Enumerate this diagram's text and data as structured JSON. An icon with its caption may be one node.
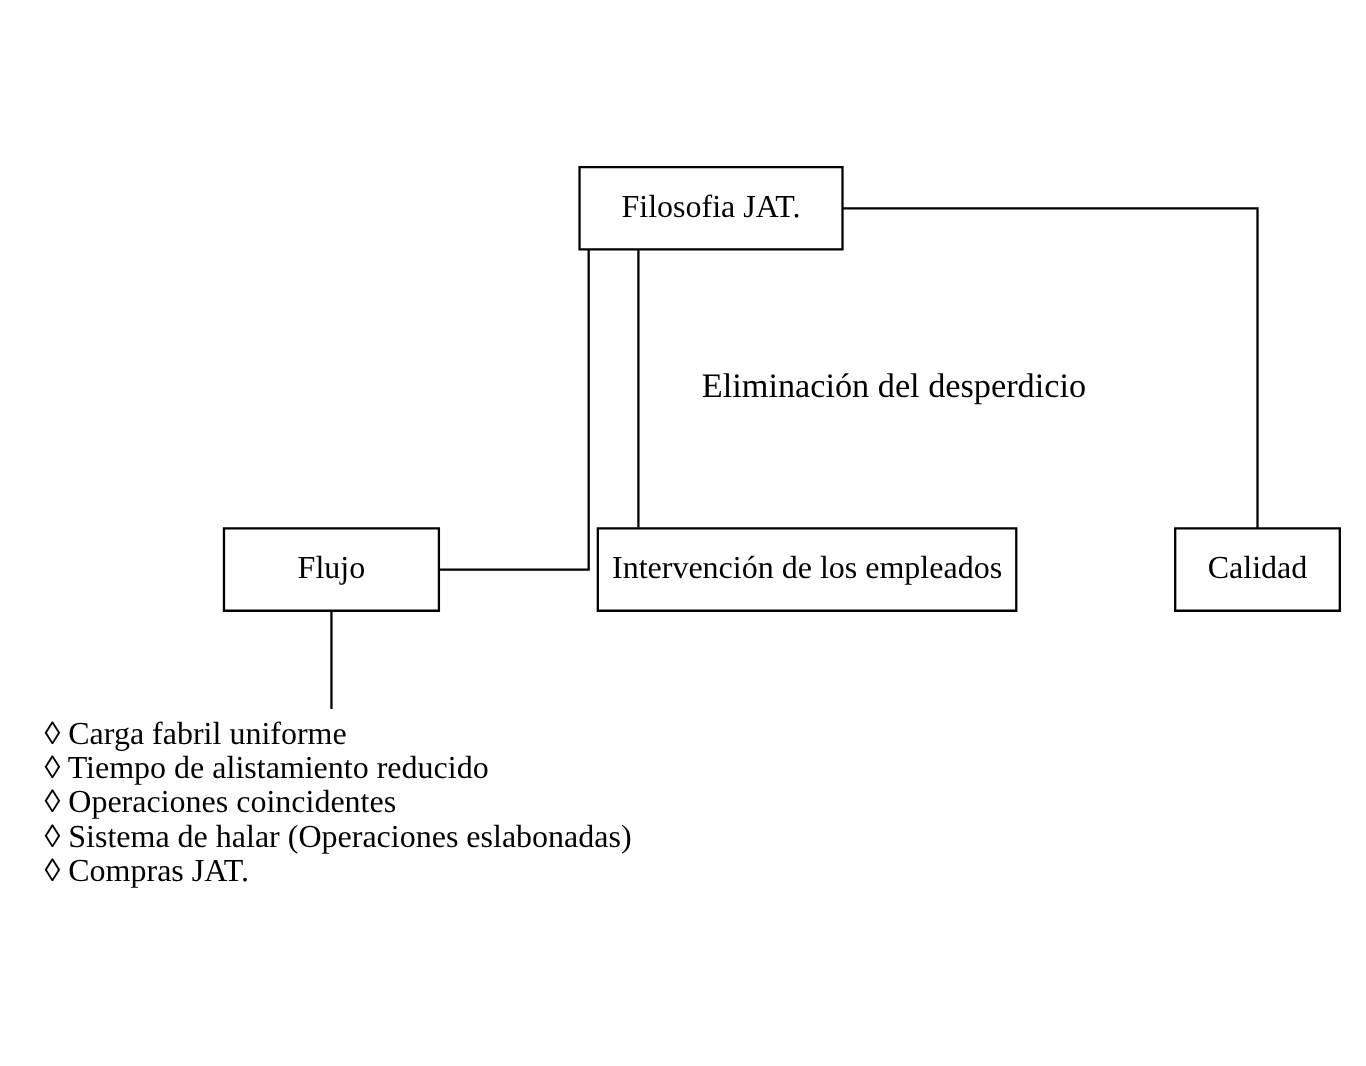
{
  "diagram": {
    "nodes": [
      {
        "text": [
          "Filosofia JAT."
        ]
      },
      {
        "text": [
          "Flujo"
        ]
      },
      {
        "text": [
          "Intervención de los empleados"
        ]
      },
      {
        "text": [
          "Calidad"
        ]
      },
      {
        "text": [
          "◊ Carga fabril uniforme",
          "◊ Tiempo de alistamiento reducido",
          "◊ Operaciones coincidentes",
          "◊ Sistema de halar (Operaciones eslabonadas)",
          "◊ Compras JAT."
        ]
      }
    ],
    "edges": [
      {
        "from": 0,
        "to": 1,
        "arrow": "none"
      },
      {
        "from": 0,
        "to": 2,
        "arrow": "none"
      },
      {
        "from": 0,
        "to": 3,
        "arrow": "none"
      },
      {
        "from": 1,
        "to": 4,
        "arrow": "none"
      }
    ],
    "labels": [
      "Eliminación del desperdicio"
    ]
  }
}
